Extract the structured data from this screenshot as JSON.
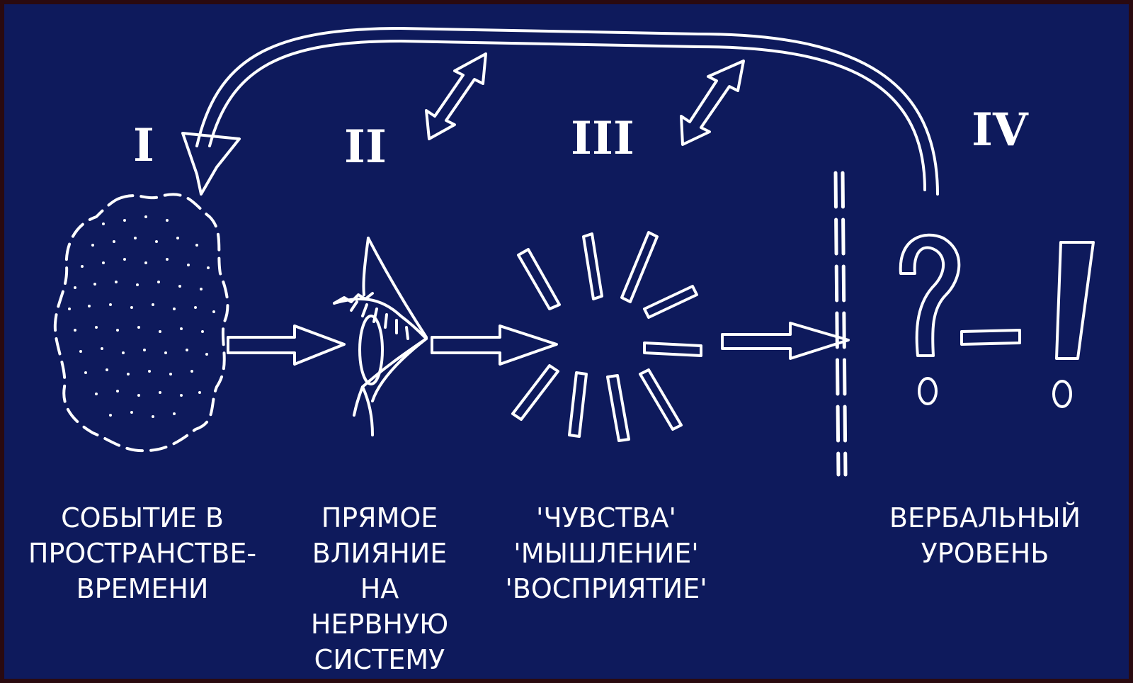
{
  "stages": [
    {
      "numeral": "I",
      "caption_lines": [
        "СОБЫТИЕ В",
        "ПРОСТРАНСТВЕ-",
        "ВРЕМЕНИ"
      ]
    },
    {
      "numeral": "II",
      "caption_lines": [
        "ПРЯМОЕ",
        "ВЛИЯНИЕ",
        "НА",
        "НЕРВНУЮ",
        "СИСТЕМУ"
      ]
    },
    {
      "numeral": "III",
      "caption_lines": [
        "'ЧУВСТВА'",
        "'МЫШЛЕНИЕ'",
        "'ВОСПРИЯТИЕ'"
      ]
    },
    {
      "numeral": "IV",
      "caption_lines": [
        "ВЕРБАЛЬНЫЙ",
        "УРОВЕНЬ"
      ]
    }
  ],
  "colors": {
    "background": "#0e1a5c",
    "ink": "#ffffff",
    "border": "#2a0a10"
  },
  "icons": [
    "event-cloud-icon",
    "eye-icon",
    "sunburst-icon",
    "question-mark-icon",
    "dash-icon",
    "exclamation-mark-icon"
  ]
}
